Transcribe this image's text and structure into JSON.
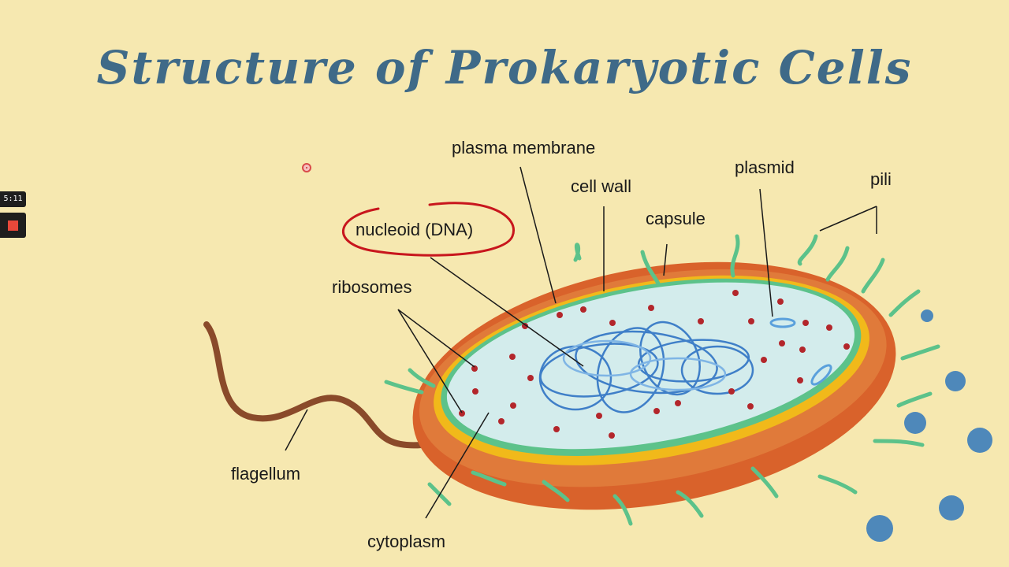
{
  "slide": {
    "title": "Structure of Prokaryotic Cells"
  },
  "recorder": {
    "elapsed": "5:11",
    "stop_icon": "stop-square-icon"
  },
  "diagram": {
    "labels": {
      "plasma_membrane": "plasma membrane",
      "cell_wall": "cell wall",
      "plasmid": "plasmid",
      "pili": "pili",
      "capsule": "capsule",
      "nucleoid": "nucleoid (DNA)",
      "ribosomes": "ribosomes",
      "flagellum": "flagellum",
      "cytoplasm": "cytoplasm"
    },
    "colors": {
      "capsule": "#d9622b",
      "cell_wall": "#f1b91a",
      "membrane": "#5cc28a",
      "cytoplasm": "#d3ecec",
      "dna": "#3f7fc8",
      "ribosome": "#b3262b",
      "annotation": "#c8161d",
      "dots": "#4e88ba"
    }
  }
}
